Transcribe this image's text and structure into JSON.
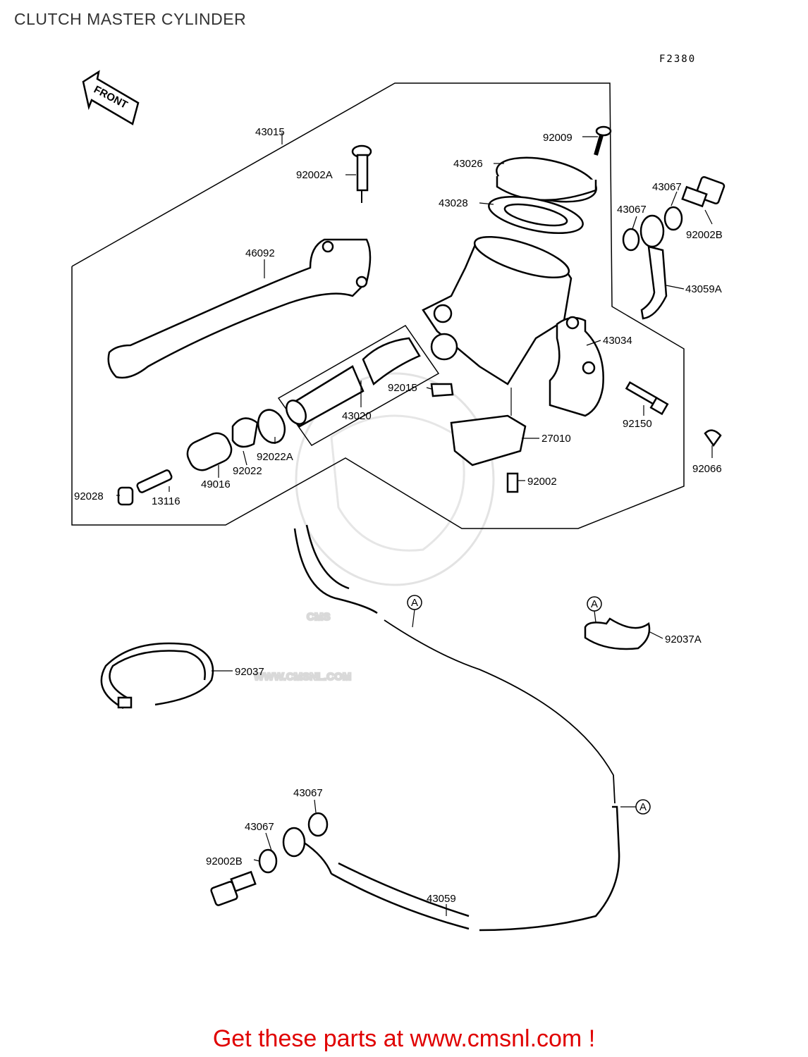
{
  "title": "CLUTCH MASTER CYLINDER",
  "figure_code": "F2380",
  "front_arrow": "FRONT",
  "watermark": {
    "brand": "CMS",
    "url": "WWW.CMSNL.COM"
  },
  "ref_marker": "A",
  "labels": {
    "l43015": "43015",
    "l92009": "92009",
    "l43026": "43026",
    "l92002A": "92002A",
    "l43067a": "43067",
    "l43028": "43028",
    "l43067b": "43067",
    "l92002Ba": "92002B",
    "l46092": "46092",
    "l43059A": "43059A",
    "l43034": "43034",
    "l92015": "92015",
    "l43020": "43020",
    "l92150": "92150",
    "l27010": "27010",
    "l92022A": "92022A",
    "l92022": "92022",
    "l92066": "92066",
    "l92002": "92002",
    "l49016": "49016",
    "l92028": "92028",
    "l13116": "13116",
    "l92037A": "92037A",
    "l92037": "92037",
    "l43067c": "43067",
    "l43067d": "43067",
    "l92002Bb": "92002B",
    "l43059": "43059"
  },
  "cta": "Get these parts at www.cmsnl.com !",
  "colors": {
    "cta": "#e00000",
    "title": "#333333",
    "watermark": "#d9d9d9"
  }
}
